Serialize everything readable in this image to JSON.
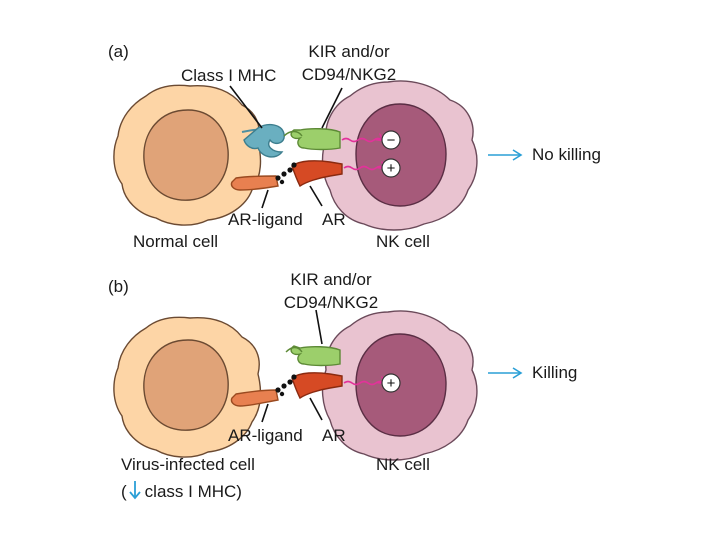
{
  "panel_a": {
    "tag": "(a)",
    "label_mhc": "Class I MHC",
    "label_kir_line1": "KIR and/or",
    "label_kir_line2": "CD94/NKG2",
    "label_ar_ligand": "AR-ligand",
    "label_ar": "AR",
    "label_left_cell": "Normal cell",
    "label_nk_cell": "NK cell",
    "sign_inhibitory": "−",
    "sign_activating": "+",
    "outcome": "No killing"
  },
  "panel_b": {
    "tag": "(b)",
    "label_kir_line1": "KIR and/or",
    "label_kir_line2": "CD94/NKG2",
    "label_ar_ligand": "AR-ligand",
    "label_ar": "AR",
    "label_left_cell": "Virus-infected cell",
    "label_left_cell_note_open": "(",
    "label_left_cell_note": "class I MHC)",
    "label_nk_cell": "NK cell",
    "sign_activating": "+",
    "outcome": "Killing"
  },
  "colors": {
    "normal_cell": "#fdd5a6",
    "normal_nucleus": "#e0a378",
    "nk_cell": "#e9c3d0",
    "nk_nucleus": "#a65a7a",
    "mhc": "#6aafc0",
    "kir": "#9ccf6b",
    "ar": "#d64a24",
    "ar_ligand": "#e88050",
    "signal": "#e2329a",
    "outcome_arrow": "#2a9fd6",
    "down_arrow": "#2a9fd6"
  }
}
